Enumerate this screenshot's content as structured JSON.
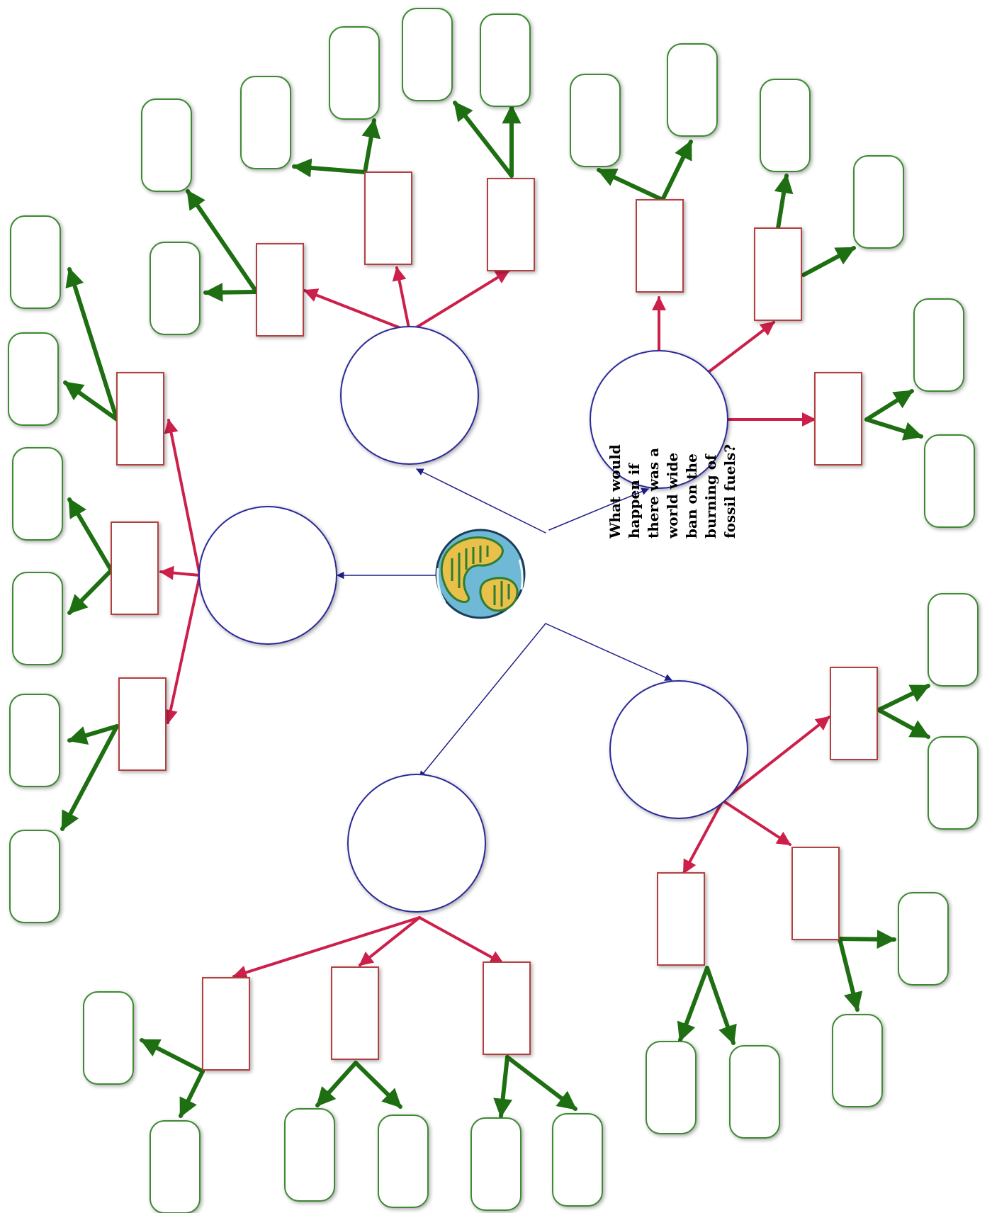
{
  "central_question": {
    "lines": [
      "What would",
      "happen if",
      "there was a",
      "world wide",
      "ban on the",
      "burning of",
      "fossil fuels?"
    ]
  },
  "icon": "globe-earth-icon",
  "colors": {
    "background": "#ffffff",
    "circle_stroke": "#2a2a9a",
    "center_arrow": "#1f1f8a",
    "red_arrow": "#cc1f4a",
    "green_arrow": "#1e6e12",
    "rect_stroke": "#b34040",
    "rounded_stroke": "#3c8a32",
    "globe_water": "#6fb9d6",
    "globe_land": "#e8c04a",
    "globe_green": "#2f7d2f"
  }
}
